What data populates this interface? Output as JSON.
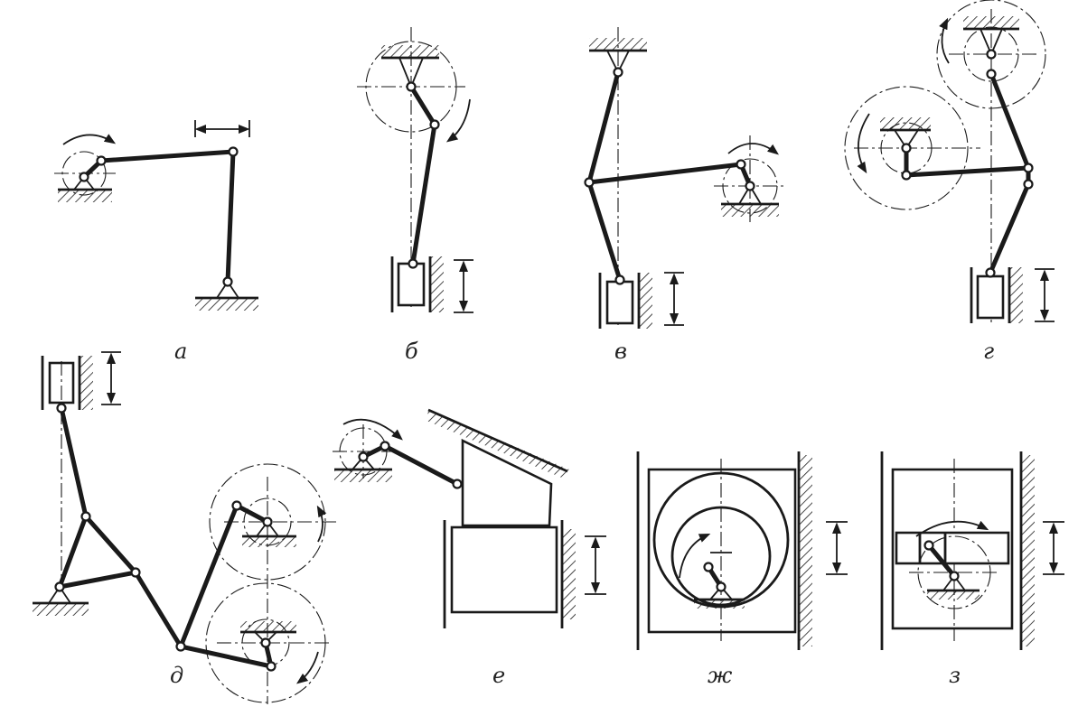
{
  "figure": {
    "labels": {
      "a": "а",
      "b": "б",
      "v": "в",
      "g": "г",
      "d": "д",
      "e": "е",
      "zh": "ж",
      "z": "з"
    }
  }
}
